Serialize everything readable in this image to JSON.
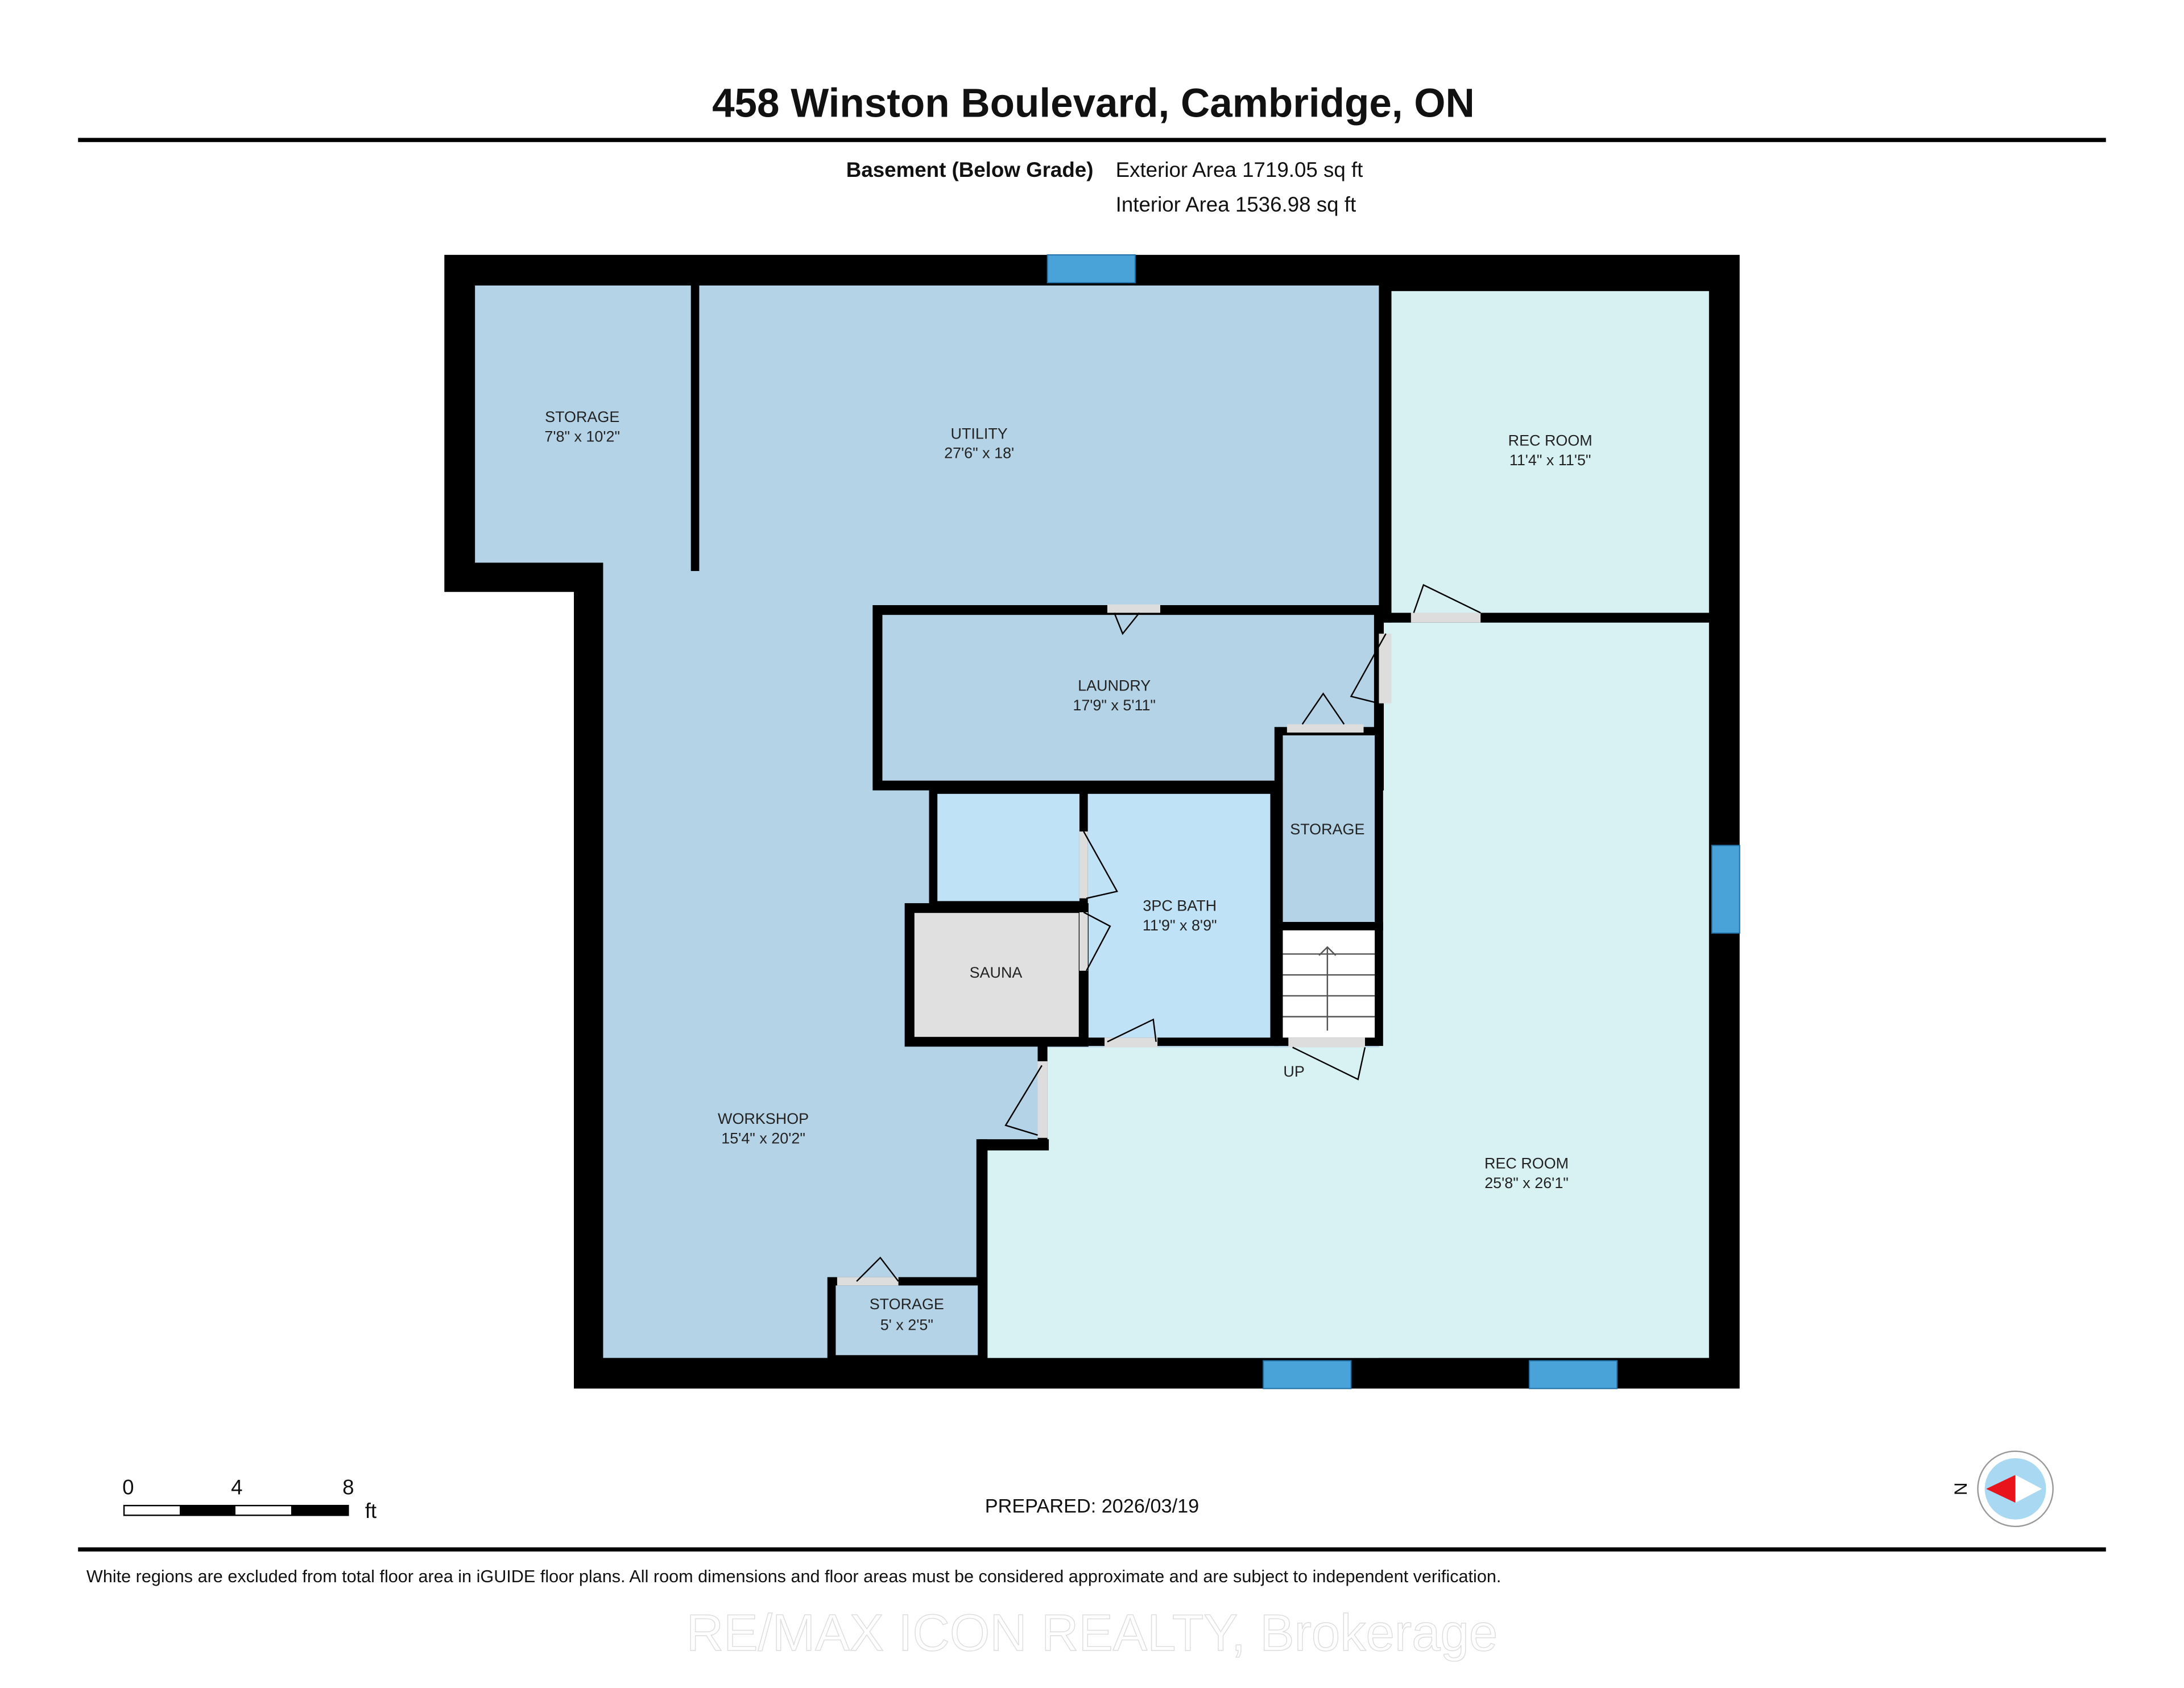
{
  "header": {
    "title": "458 Winston Boulevard, Cambridge, ON",
    "floor_name": "Basement (Below Grade)",
    "exterior_area": "Exterior Area 1719.05 sq ft",
    "interior_area": "Interior Area 1536.98 sq ft"
  },
  "rooms": [
    {
      "name": "STORAGE",
      "dims": "7'8\" x 10'2\""
    },
    {
      "name": "UTILITY",
      "dims": "27'6\" x 18'"
    },
    {
      "name": "REC ROOM",
      "dims": "11'4\" x 11'5\""
    },
    {
      "name": "LAUNDRY",
      "dims": "17'9\" x 5'11\""
    },
    {
      "name": "STORAGE",
      "dims": ""
    },
    {
      "name": "3PC BATH",
      "dims": "11'9\" x 8'9\""
    },
    {
      "name": "SAUNA",
      "dims": ""
    },
    {
      "name": "WORKSHOP",
      "dims": "15'4\" x 20'2\""
    },
    {
      "name": "REC ROOM",
      "dims": "25'8\" x 26'1\""
    },
    {
      "name": "STORAGE",
      "dims": "5' x 2'5\""
    }
  ],
  "stairs_label": "UP",
  "scale_bar": {
    "ticks": [
      "0",
      "4",
      "8"
    ],
    "unit": "ft"
  },
  "prepared": "PREPARED: 2026/03/19",
  "compass": {
    "label": "N",
    "accent": "#e8131b",
    "ring": "#a9d8f2"
  },
  "disclaimer": "White regions are excluded from total floor area in iGUIDE floor plans. All room dimensions and floor areas must be considered approximate and are subject to independent verification.",
  "watermark": "RE/MAX ICON REALTY, Brokerage",
  "colors": {
    "floor_blue": "#b4d3e7",
    "rec_room": "#d7f1f2",
    "bath": "#c0e2f7",
    "sauna": "#e0e0e0",
    "window": "#4aa3d8"
  }
}
